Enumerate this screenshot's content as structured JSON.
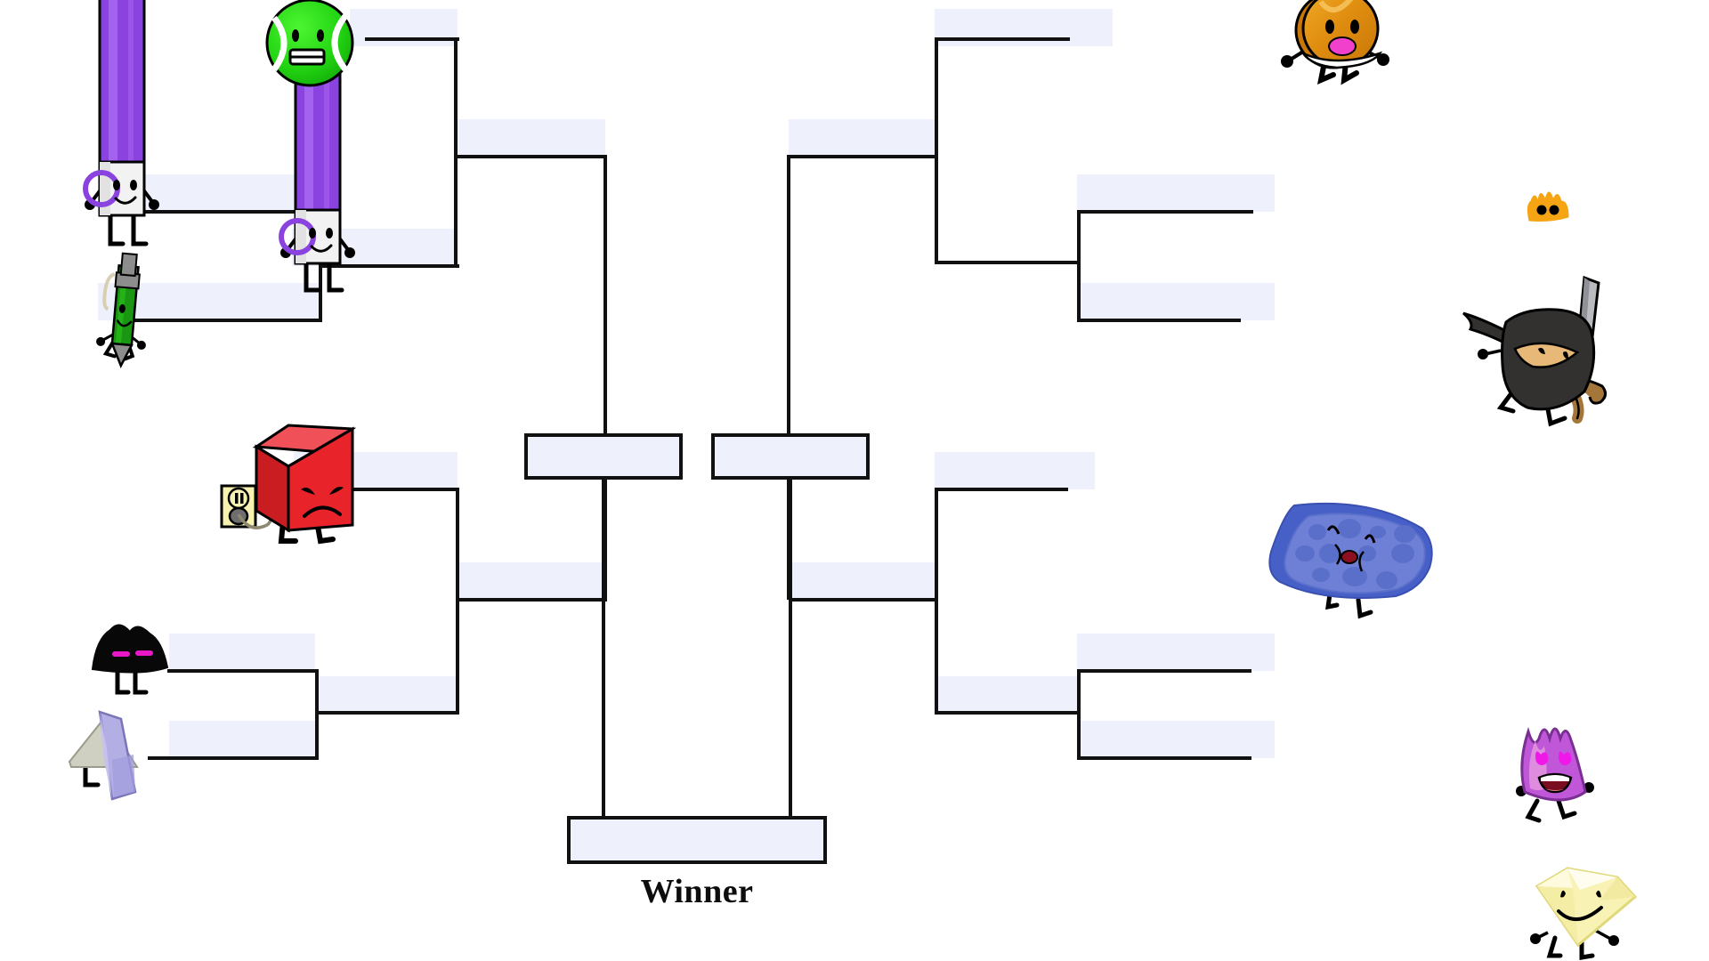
{
  "bracket": {
    "title_label": "Winner",
    "colors": {
      "slot_fill": "#eef1fb",
      "line": "#111111",
      "background": "#ffffff"
    },
    "rounds": [
      {
        "name": "round-1-left",
        "slots": [
          {
            "id": "l-r1-s1",
            "label": "",
            "contestant": "purple-marker-a"
          },
          {
            "id": "l-r1-s2",
            "label": "",
            "contestant": "green-pen"
          },
          {
            "id": "l-r1-s3",
            "label": "",
            "contestant": "red-block"
          },
          {
            "id": "l-r1-s4",
            "label": "",
            "contestant": "black-rock"
          },
          {
            "id": "l-r1-s5",
            "label": "",
            "contestant": "lavender-paper"
          }
        ]
      },
      {
        "name": "round-1-right",
        "slots": [
          {
            "id": "r-r1-s1",
            "label": "",
            "contestant": "orange-coin"
          },
          {
            "id": "r-r1-s2",
            "label": "",
            "contestant": "orange-hand"
          },
          {
            "id": "r-r1-s3",
            "label": "",
            "contestant": "black-ninja"
          },
          {
            "id": "r-r1-s4",
            "label": "",
            "contestant": "blue-sponge"
          },
          {
            "id": "r-r1-s5",
            "label": "",
            "contestant": "purple-fire"
          },
          {
            "id": "r-r1-s6",
            "label": "",
            "contestant": "yellow-diamond"
          }
        ]
      },
      {
        "name": "round-2-left",
        "slots": [
          {
            "id": "l-r2-s1",
            "label": "",
            "contestant": "purple-marker-b"
          },
          {
            "id": "l-r2-s2",
            "label": "",
            "contestant": ""
          },
          {
            "id": "l-r2-s3",
            "label": "",
            "contestant": ""
          },
          {
            "id": "l-r2-s4",
            "label": "",
            "contestant": ""
          }
        ]
      },
      {
        "name": "round-2-right",
        "slots": [
          {
            "id": "r-r2-s1",
            "label": "",
            "contestant": ""
          },
          {
            "id": "r-r2-s2",
            "label": "",
            "contestant": ""
          }
        ]
      },
      {
        "name": "semifinals",
        "slots": [
          {
            "id": "semi-left",
            "label": "",
            "contestant": ""
          },
          {
            "id": "semi-right",
            "label": "",
            "contestant": ""
          }
        ]
      },
      {
        "name": "final",
        "slots": [
          {
            "id": "final-winner",
            "label": "",
            "contestant": ""
          }
        ]
      }
    ]
  },
  "contestants": [
    {
      "id": "purple-marker-a",
      "name": "Purple Marker",
      "icon": "purple-marker-character",
      "body_color": "#8b43e0",
      "cap_color": "#ffffff",
      "position": "top-left-upper"
    },
    {
      "id": "tennis-ball",
      "name": "Tennis Ball",
      "icon": "tennis-ball-character",
      "body_color": "#22d412",
      "expression": "gritted-teeth",
      "position": "top-left-second"
    },
    {
      "id": "purple-marker-b",
      "name": "Purple Marker",
      "icon": "purple-marker-character",
      "body_color": "#8b43e0",
      "cap_color": "#ffffff",
      "position": "top-left-second"
    },
    {
      "id": "green-pen",
      "name": "Green Pen",
      "icon": "green-pen-character",
      "body_color": "#1a9612",
      "position": "left-upper-lower"
    },
    {
      "id": "red-block",
      "name": "Red Block",
      "icon": "red-block-character",
      "body_color": "#e8242a",
      "expression": "angry",
      "accessory": "power-outlet",
      "position": "left-lower-upper"
    },
    {
      "id": "power-outlet",
      "name": "Power Outlet",
      "icon": "power-outlet-icon",
      "body_color": "#f7f2b0",
      "position": "left-lower-upper"
    },
    {
      "id": "black-rock",
      "name": "Black Rock",
      "icon": "black-rock-character",
      "body_color": "#080808",
      "eye_color": "#e818c8",
      "position": "bottom-left-upper"
    },
    {
      "id": "lavender-paper",
      "name": "Lavender Paper",
      "icon": "lavender-paper-character",
      "body_color": "#b3aee4",
      "position": "bottom-left-lower"
    },
    {
      "id": "orange-coin",
      "name": "Orange Coin",
      "icon": "orange-coin-character",
      "body_color": "#e89418",
      "mouth_color": "#f040cc",
      "position": "top-right-upper"
    },
    {
      "id": "orange-hand",
      "name": "Orange Hand",
      "icon": "orange-hand-character",
      "body_color": "#f5a413",
      "position": "right-upper-second"
    },
    {
      "id": "black-ninja",
      "name": "Black Ninja",
      "icon": "black-ninja-character",
      "body_color": "#33312f",
      "accessory": "sword",
      "position": "right-upper-lower"
    },
    {
      "id": "blue-sponge",
      "name": "Blue Sponge",
      "icon": "blue-sponge-character",
      "body_color": "#5a72cf",
      "position": "right-lower-upper"
    },
    {
      "id": "purple-fire",
      "name": "Purple Fire",
      "icon": "purple-fire-character",
      "body_color": "#c057d8",
      "eye_color": "#f018e8",
      "expression": "heart-eyes",
      "position": "bottom-right-upper"
    },
    {
      "id": "yellow-diamond",
      "name": "Yellow Diamond",
      "icon": "yellow-diamond-character",
      "body_color": "#f8f2b4",
      "expression": "smirk",
      "position": "bottom-right-lower"
    }
  ]
}
